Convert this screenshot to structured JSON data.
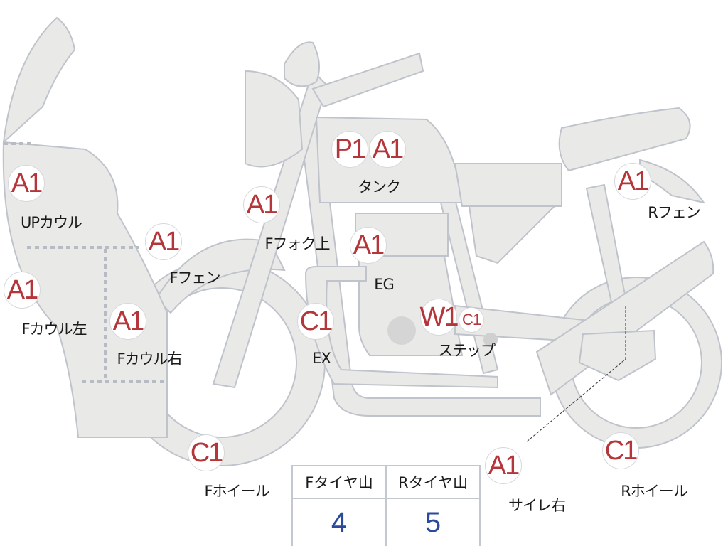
{
  "colors": {
    "part_fill": "#e9e9e7",
    "part_stroke": "#bfc3cb",
    "grade": "#b5363a",
    "tire_value": "#2b4a9b"
  },
  "parts": [
    {
      "id": "up-cowl",
      "grade": "A1",
      "label": "UPカウル"
    },
    {
      "id": "f-cowl-left",
      "grade": "A1",
      "label": "Fカウル左"
    },
    {
      "id": "f-cowl-right",
      "grade": "A1",
      "label": "Fカウル右"
    },
    {
      "id": "f-fender",
      "grade": "A1",
      "label": "Fフェン"
    },
    {
      "id": "f-fork-upper",
      "grade": "A1",
      "label": "Fフォク上"
    },
    {
      "id": "tank",
      "grades": [
        "P1",
        "A1"
      ],
      "label": "タンク"
    },
    {
      "id": "engine",
      "grade": "A1",
      "label": "EG"
    },
    {
      "id": "exhaust",
      "grade": "C1",
      "label": "EX"
    },
    {
      "id": "step",
      "grades": [
        "W1",
        "C1"
      ],
      "label": "ステップ"
    },
    {
      "id": "r-fender",
      "grade": "A1",
      "label": "Rフェン"
    },
    {
      "id": "f-wheel",
      "grade": "C1",
      "label": "Fホイール"
    },
    {
      "id": "silencer-right",
      "grade": "A1",
      "label": "サイレ右"
    },
    {
      "id": "r-wheel",
      "grade": "C1",
      "label": "Rホイール"
    }
  ],
  "tire_table": {
    "headers": [
      "Fタイヤ山",
      "Rタイヤ山"
    ],
    "values": [
      "4",
      "5"
    ]
  }
}
